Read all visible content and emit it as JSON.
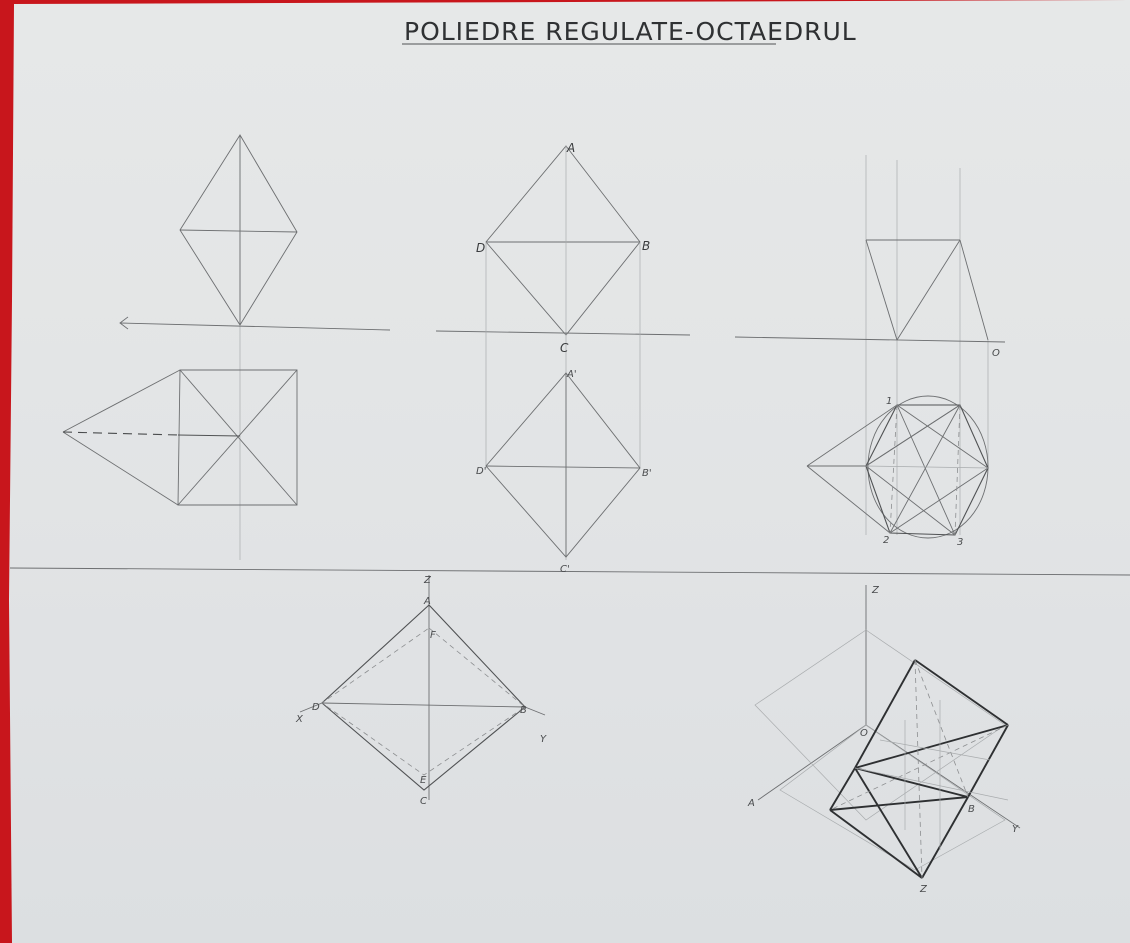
{
  "sheet": {
    "title": "POLIEDRE REGULATE-OCTAEDRUL"
  },
  "center_view_labels": {
    "top": "A",
    "left": "D",
    "right": "B",
    "ground": "C",
    "top_prime": "A'",
    "left_prime": "D'",
    "right_prime": "B'",
    "bottom_prime": "C'"
  },
  "right_view_labels": {
    "origin": "O",
    "pt_1": "1",
    "pt_2": "2",
    "pt_3": "3"
  },
  "axo_left_labels": {
    "z_axis": "Z",
    "vertex_a": "A",
    "vertex_f": "F",
    "vertex_d": "D",
    "vertex_b": "B",
    "vertex_e": "E",
    "vertex_c": "C",
    "x_axis": "X",
    "y_axis": "Y"
  },
  "axo_right_labels": {
    "z_axis": "Z",
    "origin": "O",
    "x_axis": "A",
    "y_axis": "Y",
    "vertex_b": "B",
    "vertex_bottom": "Z"
  }
}
